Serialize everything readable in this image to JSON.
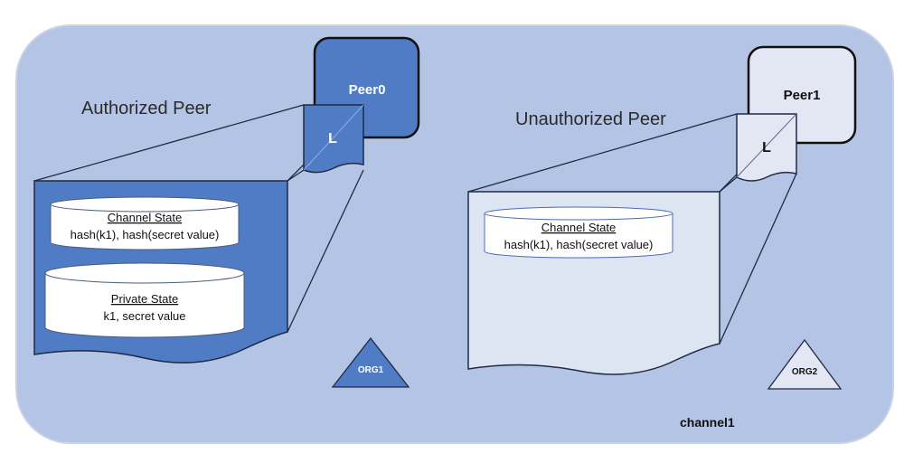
{
  "channel": {
    "label": "channel1"
  },
  "authorized": {
    "title": "Authorized Peer",
    "peer": "Peer0",
    "ledger": "L",
    "org": "ORG1",
    "channel_state": {
      "title": "Channel State",
      "value": "hash(k1), hash(secret value)"
    },
    "private_state": {
      "title": "Private State",
      "value": "k1, secret value"
    }
  },
  "unauthorized": {
    "title": "Unauthorized Peer",
    "peer": "Peer1",
    "ledger": "L",
    "org": "ORG2",
    "channel_state": {
      "title": "Channel State",
      "value": "hash(k1), hash(secret value)"
    }
  },
  "colors": {
    "channel_bg": "#b4c4e4",
    "authorized_fill": "#4f7cc4",
    "unauthorized_fill": "#dde4f2",
    "outline": "#1f2a44"
  }
}
